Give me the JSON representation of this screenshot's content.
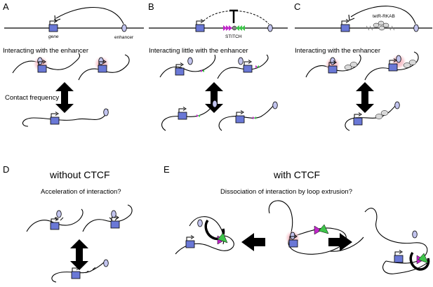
{
  "panels": {
    "a": {
      "letter": "A",
      "gene_label": "gene",
      "enhancer_label": "enhancer",
      "caption": "Interacting with the enhancer",
      "arrow_label": "Contact frequency"
    },
    "b": {
      "letter": "B",
      "insert_label": "STITCH",
      "caption": "Interacting little with the enhancer"
    },
    "c": {
      "letter": "C",
      "insert_label": "tetR-RKAB",
      "caption": "Interacting with the enhancer"
    },
    "d": {
      "letter": "D",
      "title": "without CTCF",
      "caption": "Acceleration of interaction?"
    },
    "e": {
      "letter": "E",
      "title": "with CTCF",
      "caption": "Dissociation of interaction by loop extrusion?"
    }
  },
  "colors": {
    "gene": "#6a78d6",
    "enhancer": "#c2c4ee",
    "glow": "#f4b3bd",
    "ctcf_green": "#3ec44a",
    "ctcf_magenta": "#c026c9",
    "tetr": "#d9d9d9"
  }
}
